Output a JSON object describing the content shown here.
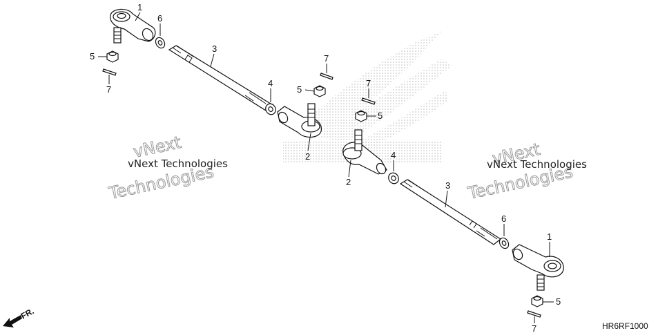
{
  "callouts": {
    "c1a": "1",
    "c6a": "6",
    "c5a": "5",
    "c7a": "7",
    "c3a": "3",
    "c4a": "4",
    "c7b": "7",
    "c5b": "5",
    "c7c": "7",
    "c5c": "5",
    "c2a": "2",
    "c2b": "2",
    "c4b": "4",
    "c3b": "3",
    "c6b": "6",
    "c1b": "1",
    "c5d": "5",
    "c7d": "7"
  },
  "watermark": {
    "left_small": "vNext Technologies",
    "left_large_1": "vNext",
    "left_large_2": "Technologies",
    "right_small": "vNext Technologies",
    "right_large_1": "vNext",
    "right_large_2": "Technologies"
  },
  "front_label": "FR.",
  "diagram_code": "HR6RF1000",
  "colors": {
    "line": "#111111",
    "logo_dots": "#bdbdbd",
    "background": "#ffffff"
  }
}
